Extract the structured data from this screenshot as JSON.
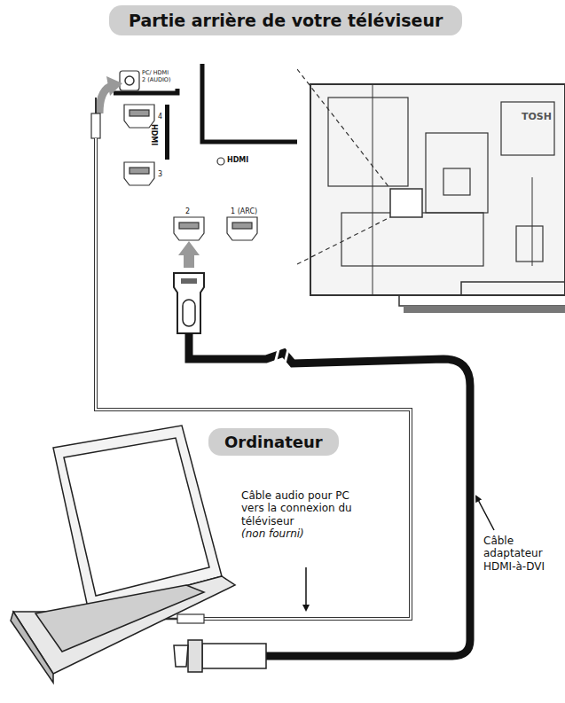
{
  "diagram": {
    "title": "Partie arrière de votre téléviseur",
    "nodes": [
      {
        "text": [
          "Ordinateur"
        ]
      }
    ],
    "edges": [],
    "labels": [
      "PC/ HDMI 2 (AUDIO)",
      "HDMI",
      "4",
      "3",
      "HDMI",
      "2",
      "1 (ARC)",
      "TOSH",
      "Câble audio pour PC vers la connexion du téléviseur",
      "(non fourni)",
      "Câble adaptateur HDMI-à-DVI"
    ]
  }
}
